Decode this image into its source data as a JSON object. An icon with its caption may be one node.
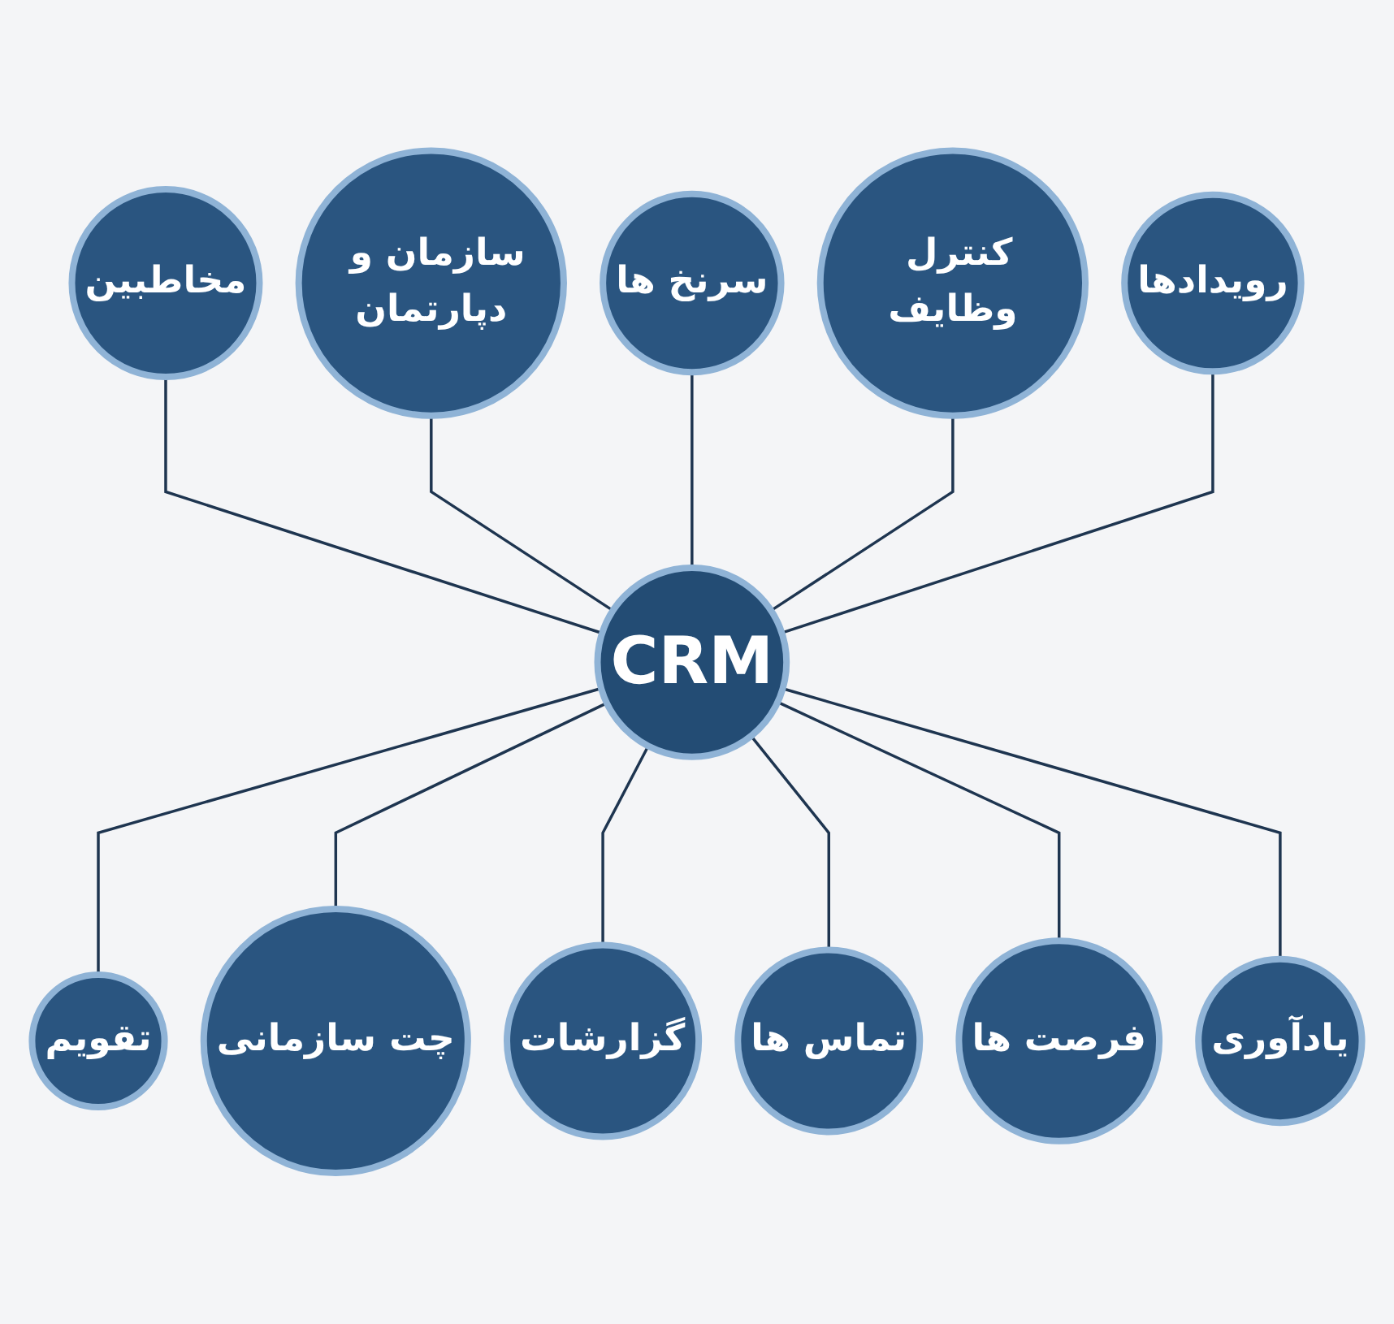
{
  "diagram": {
    "nodes": [
      {
        "text": [
          "سرنخ ها"
        ]
      },
      {
        "text": [
          "سازمان و دپارتمان"
        ]
      },
      {
        "text": [
          "کنترل وظایف"
        ]
      },
      {
        "text": [
          "مخاطبین"
        ]
      },
      {
        "text": [
          "رویدادها"
        ]
      },
      {
        "text": [
          "CRM"
        ]
      },
      {
        "text": [
          "تقویم"
        ]
      },
      {
        "text": [
          "یادآوری"
        ]
      },
      {
        "text": [
          "چت سازمانی"
        ]
      },
      {
        "text": [
          "فرصت ها"
        ]
      },
      {
        "text": [
          "گزارشات"
        ]
      },
      {
        "text": [
          "تماس ها"
        ]
      }
    ],
    "edges": [
      {
        "from": 3,
        "to": 5,
        "arrow": "none"
      },
      {
        "from": 1,
        "to": 5,
        "arrow": "none"
      },
      {
        "from": 0,
        "to": 5,
        "arrow": "none"
      },
      {
        "from": 2,
        "to": 5,
        "arrow": "none"
      },
      {
        "from": 4,
        "to": 5,
        "arrow": "none"
      },
      {
        "from": 5,
        "to": 6,
        "arrow": "none"
      },
      {
        "from": 5,
        "to": 8,
        "arrow": "none"
      },
      {
        "from": 5,
        "to": 10,
        "arrow": "none"
      },
      {
        "from": 5,
        "to": 11,
        "arrow": "none"
      },
      {
        "from": 5,
        "to": 9,
        "arrow": "none"
      },
      {
        "from": 5,
        "to": 7,
        "arrow": "none"
      }
    ]
  }
}
